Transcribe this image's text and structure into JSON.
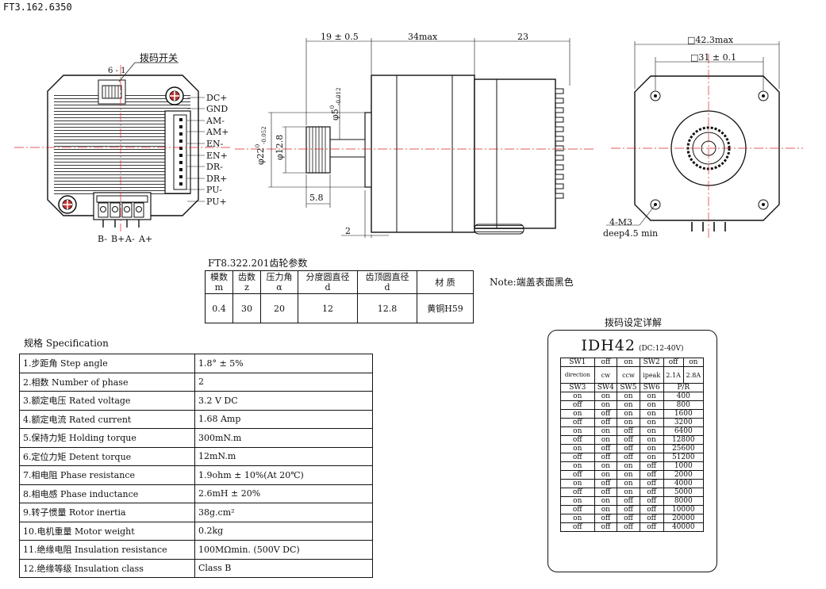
{
  "header": {
    "doc_number": "FT3.162.6350"
  },
  "drawing": {
    "dip_switch_label": "拨码开关",
    "switch_range_label": "6 - 1",
    "pins": [
      "DC+",
      "GND",
      "AM-",
      "AM+",
      "EN-",
      "EN+",
      "DR-",
      "DR+",
      "PU-",
      "PU+"
    ],
    "bottom_pins": [
      "B-",
      "B+",
      "A-",
      "A+"
    ],
    "dims": {
      "d1": "19 ± 0.5",
      "d2": "34max",
      "d3": "23",
      "d4": "□42.3max",
      "d5": "□31 ± 0.1",
      "gear_dia": "φ12.8",
      "boss_dia": "φ22",
      "boss_tol_top": "0",
      "boss_tol_bottom": "-0.052",
      "shaft_dia": "φ5",
      "shaft_tol_top": "0",
      "shaft_tol_bottom": "-0.012",
      "gear_len": "5.8",
      "flange": "2",
      "holes": "4-M3",
      "depth": "deep4.5 min"
    }
  },
  "gear": {
    "title": "FT8.322.201齿轮参数",
    "headers": [
      [
        "模数",
        "m"
      ],
      [
        "齿数",
        "z"
      ],
      [
        "压力角",
        "α"
      ],
      [
        "分度圆直径",
        "d"
      ],
      [
        "齿顶圆直径",
        "d"
      ],
      [
        "材 质",
        ""
      ]
    ],
    "values": [
      "0.4",
      "30",
      "20",
      "12",
      "12.8",
      "黄铜H59"
    ],
    "note": "Note:端盖表面黑色"
  },
  "spec": {
    "title": "规格 Specification",
    "rows": [
      [
        "1.步距角 Step angle",
        "1.8°  ± 5%"
      ],
      [
        "2.相数 Number of phase",
        "2"
      ],
      [
        "3.额定电压 Rated voltage",
        "3.2 V DC"
      ],
      [
        "4.额定电流 Rated current",
        "1.68 Amp"
      ],
      [
        "5.保持力矩 Holding torque",
        "300mN.m"
      ],
      [
        "6.定位力矩 Detent torque",
        "12mN.m"
      ],
      [
        "7.相电阻 Phase resistance",
        "1.9ohm ± 10%(At 20℃)"
      ],
      [
        "8.相电感 Phase inductance",
        "2.6mH ± 20%"
      ],
      [
        "9.转子惯量 Rotor inertia",
        "38g.cm²"
      ],
      [
        "10.电机重量 Motor weight",
        "0.2kg"
      ],
      [
        "11.绝缘电阻 Insulation resistance",
        "100MΩmin. (500V DC)"
      ],
      [
        "12.绝缘等级 Insulation class",
        "Class B"
      ]
    ]
  },
  "dip": {
    "section_title": "拨码设定详解",
    "model": "IDH42",
    "model_note": "(DC:12-40V)",
    "header1": [
      "SW1",
      "off",
      "on",
      "SW2",
      "off",
      "on"
    ],
    "header2": [
      "direction",
      "cw",
      "ccw",
      "ipeak",
      "2.1A",
      "2.8A"
    ],
    "header3": [
      "SW3",
      "SW4",
      "SW5",
      "SW6",
      "P/R"
    ],
    "rows": [
      [
        "on",
        "on",
        "on",
        "on",
        "400"
      ],
      [
        "off",
        "on",
        "on",
        "on",
        "800"
      ],
      [
        "on",
        "off",
        "on",
        "on",
        "1600"
      ],
      [
        "off",
        "off",
        "on",
        "on",
        "3200"
      ],
      [
        "on",
        "on",
        "off",
        "on",
        "6400"
      ],
      [
        "off",
        "on",
        "off",
        "on",
        "12800"
      ],
      [
        "on",
        "off",
        "off",
        "on",
        "25600"
      ],
      [
        "off",
        "off",
        "off",
        "on",
        "51200"
      ],
      [
        "on",
        "on",
        "on",
        "off",
        "1000"
      ],
      [
        "off",
        "on",
        "on",
        "off",
        "2000"
      ],
      [
        "on",
        "off",
        "on",
        "off",
        "4000"
      ],
      [
        "off",
        "off",
        "on",
        "off",
        "5000"
      ],
      [
        "on",
        "on",
        "off",
        "off",
        "8000"
      ],
      [
        "off",
        "on",
        "off",
        "off",
        "10000"
      ],
      [
        "on",
        "off",
        "off",
        "off",
        "20000"
      ],
      [
        "off",
        "off",
        "off",
        "off",
        "40000"
      ]
    ]
  }
}
